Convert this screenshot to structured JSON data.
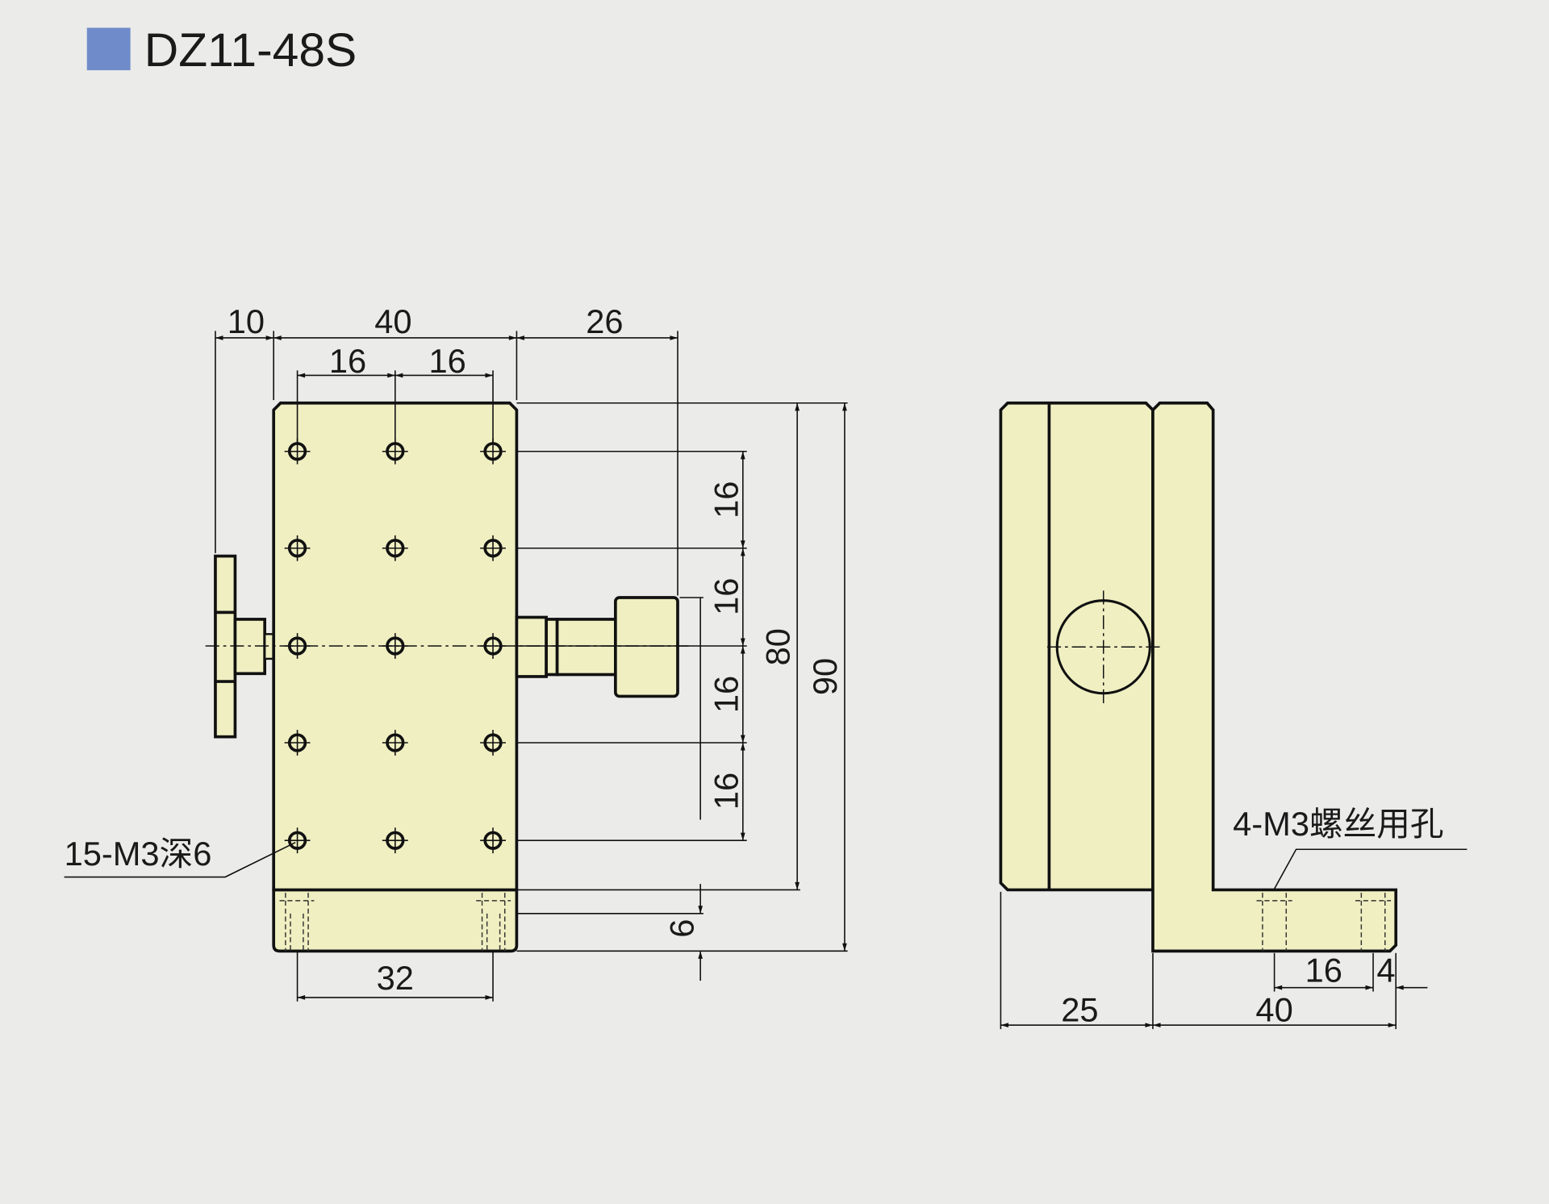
{
  "title": {
    "text": "DZ11-48S",
    "marker_color": "#6f8bc9"
  },
  "colors": {
    "part_fill": "#efefc2",
    "background": "#ebebea"
  },
  "front_view": {
    "dims_top": {
      "knob_offset": "10",
      "plate_width": "40",
      "shaft_length": "26",
      "hole_pitch_a": "16",
      "hole_pitch_b": "16"
    },
    "dims_right": {
      "pitch": [
        "16",
        "16",
        "16",
        "16"
      ],
      "plate_length": "80",
      "total_length": "90",
      "base_thickness": "6"
    },
    "dims_bottom": {
      "base_hole_pitch": "32"
    },
    "hole_callout": "15-M3深6"
  },
  "side_view": {
    "dims": {
      "body_width": "25",
      "foot_length": "40",
      "foot_hole_pitch": "16",
      "foot_hole_edge": "4"
    },
    "hole_callout": "4-M3螺丝用孔"
  }
}
